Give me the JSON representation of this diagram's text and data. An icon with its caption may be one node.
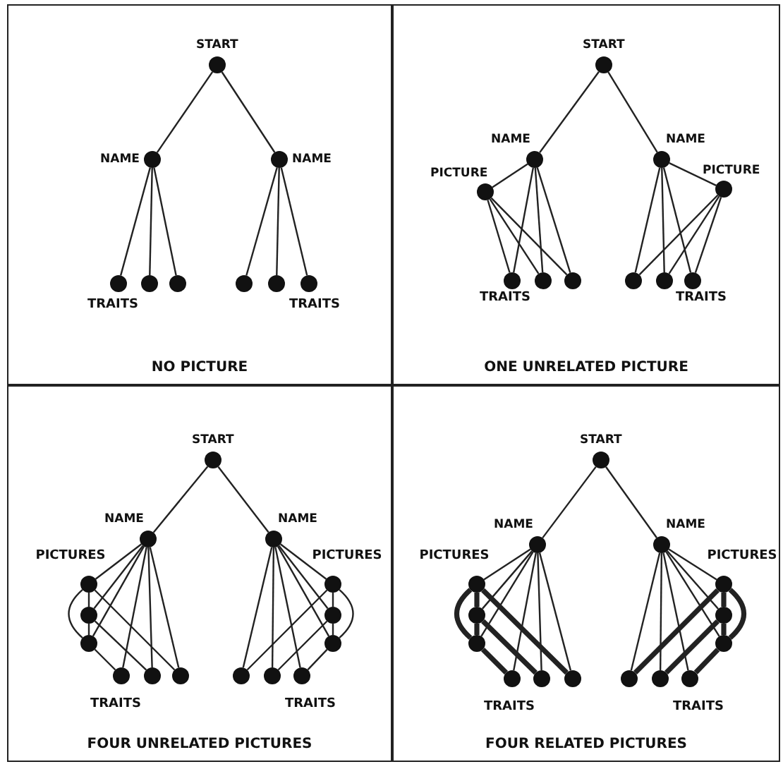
{
  "diagram": {
    "nodes": [
      {
        "text": [
          "NO PICTURE"
        ]
      },
      {
        "text": [],
        "shape": "circle",
        "in": 0,
        "beside": [
          "START"
        ]
      },
      {
        "text": [],
        "shape": "circle",
        "in": 0,
        "beside": [
          "NAME"
        ]
      },
      {
        "text": [],
        "shape": "circle",
        "in": 0,
        "beside": [
          "NAME"
        ]
      },
      {
        "text": [],
        "shape": "circle",
        "in": 0
      },
      {
        "text": [],
        "shape": "circle",
        "in": 0
      },
      {
        "text": [],
        "shape": "circle",
        "in": 0
      },
      {
        "text": [],
        "shape": "circle",
        "in": 0
      },
      {
        "text": [],
        "shape": "circle",
        "in": 0
      },
      {
        "text": [],
        "shape": "circle",
        "in": 0
      },
      {
        "text": [
          "ONE UNRELATED PICTURE"
        ]
      },
      {
        "text": [],
        "shape": "circle",
        "in": 10,
        "beside": [
          "START"
        ]
      },
      {
        "text": [],
        "shape": "circle",
        "in": 10,
        "beside": [
          "NAME"
        ]
      },
      {
        "text": [],
        "shape": "circle",
        "in": 10,
        "beside": [
          "NAME"
        ]
      },
      {
        "text": [],
        "shape": "circle",
        "in": 10,
        "beside": [
          "PICTURE"
        ]
      },
      {
        "text": [],
        "shape": "circle",
        "in": 10,
        "beside": [
          "PICTURE"
        ]
      },
      {
        "text": [],
        "shape": "circle",
        "in": 10
      },
      {
        "text": [],
        "shape": "circle",
        "in": 10
      },
      {
        "text": [],
        "shape": "circle",
        "in": 10
      },
      {
        "text": [],
        "shape": "circle",
        "in": 10
      },
      {
        "text": [],
        "shape": "circle",
        "in": 10
      },
      {
        "text": [],
        "shape": "circle",
        "in": 10
      },
      {
        "text": [
          "FOUR UNRELATED PICTURES"
        ]
      },
      {
        "text": [],
        "shape": "circle",
        "in": 22,
        "beside": [
          "START"
        ]
      },
      {
        "text": [],
        "shape": "circle",
        "in": 22,
        "beside": [
          "NAME"
        ]
      },
      {
        "text": [],
        "shape": "circle",
        "in": 22,
        "beside": [
          "NAME"
        ]
      },
      {
        "text": [],
        "shape": "circle",
        "in": 22
      },
      {
        "text": [],
        "shape": "circle",
        "in": 22
      },
      {
        "text": [],
        "shape": "circle",
        "in": 22
      },
      {
        "text": [],
        "shape": "circle",
        "in": 22
      },
      {
        "text": [],
        "shape": "circle",
        "in": 22
      },
      {
        "text": [],
        "shape": "circle",
        "in": 22
      },
      {
        "text": [],
        "shape": "circle",
        "in": 22
      },
      {
        "text": [],
        "shape": "circle",
        "in": 22
      },
      {
        "text": [],
        "shape": "circle",
        "in": 22
      },
      {
        "text": [],
        "shape": "circle",
        "in": 22
      },
      {
        "text": [],
        "shape": "circle",
        "in": 22
      },
      {
        "text": [],
        "shape": "circle",
        "in": 22
      },
      {
        "text": [
          "FOUR RELATED PICTURES"
        ]
      },
      {
        "text": [],
        "shape": "circle",
        "in": 38,
        "beside": [
          "START"
        ]
      },
      {
        "text": [],
        "shape": "circle",
        "in": 38,
        "beside": [
          "NAME"
        ]
      },
      {
        "text": [],
        "shape": "circle",
        "in": 38,
        "beside": [
          "NAME"
        ]
      },
      {
        "text": [],
        "shape": "circle",
        "in": 38
      },
      {
        "text": [],
        "shape": "circle",
        "in": 38
      },
      {
        "text": [],
        "shape": "circle",
        "in": 38
      },
      {
        "text": [],
        "shape": "circle",
        "in": 38
      },
      {
        "text": [],
        "shape": "circle",
        "in": 38
      },
      {
        "text": [],
        "shape": "circle",
        "in": 38
      },
      {
        "text": [],
        "shape": "circle",
        "in": 38
      },
      {
        "text": [],
        "shape": "circle",
        "in": 38
      },
      {
        "text": [],
        "shape": "circle",
        "in": 38
      },
      {
        "text": [],
        "shape": "circle",
        "in": 38
      },
      {
        "text": [],
        "shape": "circle",
        "in": 38
      },
      {
        "text": [],
        "shape": "circle",
        "in": 38
      }
    ],
    "edges": [
      {
        "from": 1,
        "to": 2,
        "arrow": "none"
      },
      {
        "from": 1,
        "to": 3,
        "arrow": "none"
      },
      {
        "from": 2,
        "to": 4,
        "arrow": "none"
      },
      {
        "from": 2,
        "to": 5,
        "arrow": "none"
      },
      {
        "from": 2,
        "to": 6,
        "arrow": "none"
      },
      {
        "from": 3,
        "to": 7,
        "arrow": "none"
      },
      {
        "from": 3,
        "to": 8,
        "arrow": "none"
      },
      {
        "from": 3,
        "to": 9,
        "arrow": "none"
      },
      {
        "from": 11,
        "to": 12,
        "arrow": "none"
      },
      {
        "from": 11,
        "to": 13,
        "arrow": "none"
      },
      {
        "from": 12,
        "to": 14,
        "arrow": "none"
      },
      {
        "from": 12,
        "to": 16,
        "arrow": "none"
      },
      {
        "from": 12,
        "to": 17,
        "arrow": "none"
      },
      {
        "from": 12,
        "to": 18,
        "arrow": "none"
      },
      {
        "from": 13,
        "to": 15,
        "arrow": "none"
      },
      {
        "from": 13,
        "to": 19,
        "arrow": "none"
      },
      {
        "from": 13,
        "to": 20,
        "arrow": "none"
      },
      {
        "from": 13,
        "to": 21,
        "arrow": "none"
      },
      {
        "from": 14,
        "to": 16,
        "arrow": "none"
      },
      {
        "from": 14,
        "to": 17,
        "arrow": "none"
      },
      {
        "from": 14,
        "to": 18,
        "arrow": "none"
      },
      {
        "from": 15,
        "to": 19,
        "arrow": "none"
      },
      {
        "from": 15,
        "to": 20,
        "arrow": "none"
      },
      {
        "from": 15,
        "to": 21,
        "arrow": "none"
      },
      {
        "from": 23,
        "to": 24,
        "arrow": "none"
      },
      {
        "from": 23,
        "to": 25,
        "arrow": "none"
      },
      {
        "from": 24,
        "to": 26,
        "arrow": "none"
      },
      {
        "from": 24,
        "to": 27,
        "arrow": "none"
      },
      {
        "from": 24,
        "to": 28,
        "arrow": "none"
      },
      {
        "from": 24,
        "to": 32,
        "arrow": "none"
      },
      {
        "from": 24,
        "to": 33,
        "arrow": "none"
      },
      {
        "from": 24,
        "to": 34,
        "arrow": "none"
      },
      {
        "from": 25,
        "to": 29,
        "arrow": "none"
      },
      {
        "from": 25,
        "to": 30,
        "arrow": "none"
      },
      {
        "from": 25,
        "to": 31,
        "arrow": "none"
      },
      {
        "from": 25,
        "to": 35,
        "arrow": "none"
      },
      {
        "from": 25,
        "to": 36,
        "arrow": "none"
      },
      {
        "from": 25,
        "to": 37,
        "arrow": "none"
      },
      {
        "from": 26,
        "to": 34,
        "arrow": "none"
      },
      {
        "from": 27,
        "to": 33,
        "arrow": "none"
      },
      {
        "from": 28,
        "to": 32,
        "arrow": "none"
      },
      {
        "from": 29,
        "to": 35,
        "arrow": "none"
      },
      {
        "from": 30,
        "to": 36,
        "arrow": "none"
      },
      {
        "from": 31,
        "to": 37,
        "arrow": "none"
      },
      {
        "from": 26,
        "to": 27,
        "arrow": "none"
      },
      {
        "from": 27,
        "to": 28,
        "arrow": "none"
      },
      {
        "from": 26,
        "to": 28,
        "arrow": "none"
      },
      {
        "from": 29,
        "to": 30,
        "arrow": "none"
      },
      {
        "from": 30,
        "to": 31,
        "arrow": "none"
      },
      {
        "from": 29,
        "to": 31,
        "arrow": "none"
      },
      {
        "from": 39,
        "to": 40,
        "arrow": "none"
      },
      {
        "from": 39,
        "to": 41,
        "arrow": "none"
      },
      {
        "from": 40,
        "to": 42,
        "arrow": "none"
      },
      {
        "from": 40,
        "to": 43,
        "arrow": "none"
      },
      {
        "from": 40,
        "to": 44,
        "arrow": "none"
      },
      {
        "from": 40,
        "to": 48,
        "arrow": "none"
      },
      {
        "from": 40,
        "to": 49,
        "arrow": "none"
      },
      {
        "from": 40,
        "to": 50,
        "arrow": "none"
      },
      {
        "from": 41,
        "to": 45,
        "arrow": "none"
      },
      {
        "from": 41,
        "to": 46,
        "arrow": "none"
      },
      {
        "from": 41,
        "to": 47,
        "arrow": "none"
      },
      {
        "from": 41,
        "to": 51,
        "arrow": "none"
      },
      {
        "from": 41,
        "to": 52,
        "arrow": "none"
      },
      {
        "from": 41,
        "to": 53,
        "arrow": "none"
      },
      {
        "from": 42,
        "to": 50,
        "arrow": "none",
        "style": "thick"
      },
      {
        "from": 43,
        "to": 49,
        "arrow": "none",
        "style": "thick"
      },
      {
        "from": 44,
        "to": 48,
        "arrow": "none",
        "style": "thick"
      },
      {
        "from": 45,
        "to": 51,
        "arrow": "none",
        "style": "thick"
      },
      {
        "from": 46,
        "to": 52,
        "arrow": "none",
        "style": "thick"
      },
      {
        "from": 47,
        "to": 53,
        "arrow": "none",
        "style": "thick"
      },
      {
        "from": 42,
        "to": 43,
        "arrow": "none",
        "style": "thick"
      },
      {
        "from": 43,
        "to": 44,
        "arrow": "none",
        "style": "thick"
      },
      {
        "from": 42,
        "to": 44,
        "arrow": "none",
        "style": "thick"
      },
      {
        "from": 45,
        "to": 46,
        "arrow": "none",
        "style": "thick"
      },
      {
        "from": 46,
        "to": 47,
        "arrow": "none",
        "style": "thick"
      },
      {
        "from": 45,
        "to": 47,
        "arrow": "none",
        "style": "thick"
      }
    ],
    "labels": [
      "TRAITS",
      "TRAITS",
      "TRAITS",
      "TRAITS",
      "PICTURES",
      "PICTURES",
      "TRAITS",
      "TRAITS",
      "PICTURES",
      "PICTURES",
      "TRAITS",
      "TRAITS"
    ]
  }
}
